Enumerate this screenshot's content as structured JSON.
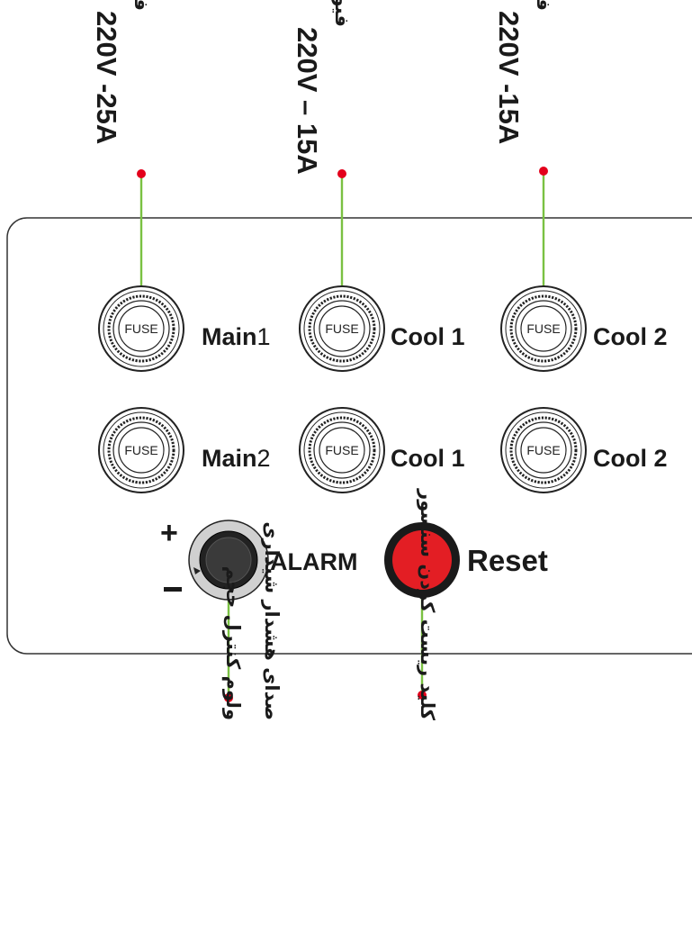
{
  "fuses": [
    {
      "label": "Main",
      "suffix": "1",
      "fuse_text": "FUSE"
    },
    {
      "label": "Cool 1",
      "suffix": "",
      "fuse_text": "FUSE"
    },
    {
      "label": "Cool 2",
      "suffix": "",
      "fuse_text": "FUSE"
    },
    {
      "label": "Main",
      "suffix": "2",
      "fuse_text": "FUSE"
    },
    {
      "label": "Cool 1",
      "suffix": "",
      "fuse_text": "FUSE"
    },
    {
      "label": "Cool 2",
      "suffix": "",
      "fuse_text": "FUSE"
    }
  ],
  "top_callouts": [
    {
      "title": "فیوز برق ورودی",
      "spec": "220V -25A"
    },
    {
      "title": "فیوز کمپرسور",
      "spec": "220V – 15A"
    },
    {
      "title": "فیوز منبع تغذیه",
      "spec": "220V -15A"
    }
  ],
  "alarm": {
    "label": "ALARM",
    "plus": "+",
    "minus": "–"
  },
  "reset": {
    "label": "Reset"
  },
  "bottom_callouts": [
    {
      "line1": "ولوم کنترل حجم",
      "line2": "صدای هشدار شیداری"
    },
    {
      "line1": "کلید ریست کردن سنسور"
    }
  ],
  "colors": {
    "leader": "#7ac142",
    "dot": "#e3001b",
    "reset_button": "#e31e24",
    "panel_border": "#333333"
  }
}
